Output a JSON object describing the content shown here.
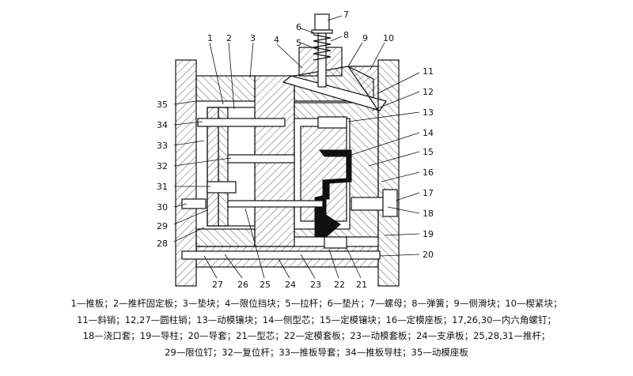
{
  "diagram": {
    "callouts": [
      "1",
      "2",
      "3",
      "4",
      "5",
      "6",
      "7",
      "8",
      "9",
      "10",
      "11",
      "12",
      "13",
      "14",
      "15",
      "16",
      "17",
      "18",
      "19",
      "20",
      "21",
      "22",
      "23",
      "24",
      "25",
      "26",
      "27",
      "28",
      "29",
      "30",
      "31",
      "32",
      "33",
      "34",
      "35"
    ],
    "legend_lines": [
      "1—推板；2—推杆固定板；3—垫块；4—限位挡块；5—拉杆；6—垫片；7—螺母；8—弹簧；9—侧滑块；10—楔紧块；",
      "11—斜销；12,27—圆柱销；13—动模镶块；14—侧型芯；15—定模镶块；16—定模座板；17,26,30—内六角螺钉；",
      "18—浇口套；19—导柱；20—导套；21—型芯；22—定模套板；23—动模套板；24—支承板；25,28,31—推杆；",
      "29—限位钉；32—复位杆；33—推板导套；34—推板导柱；35—动模座板"
    ]
  }
}
